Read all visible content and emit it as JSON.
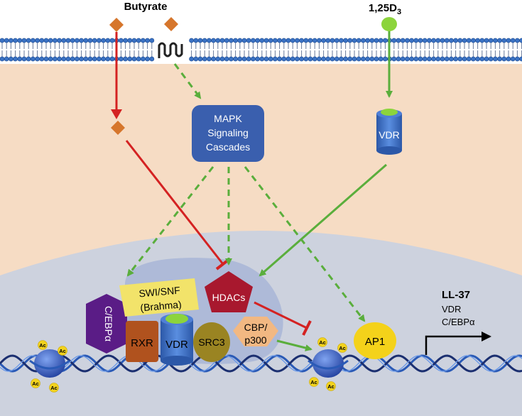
{
  "signals": {
    "butyrate": "Butyrate",
    "vitd_main": "1,25D",
    "vitd_sub": "3"
  },
  "cytoplasm": {
    "mapk_line1": "MAPK",
    "mapk_line2": "Signaling",
    "mapk_line3": "Cascades",
    "vdr_receptor": "VDR"
  },
  "nucleus": {
    "swisnf_line1": "SWI/SNF",
    "swisnf_line2": "(Brahma)",
    "hdacs": "HDACs",
    "cebpa": "C/EBPα",
    "rxr": "RXR",
    "vdr": "VDR",
    "src3": "SRC3",
    "cbp_line1": "CBP/",
    "cbp_line2": "p300",
    "ap1": "AP1",
    "acetyl": "Ac"
  },
  "target_gene": {
    "name": "LL-37",
    "factor1": "VDR",
    "factor2": "C/EBPα"
  },
  "colors": {
    "extracellular": "#ffffff",
    "cytoplasm": "#f6dcc4",
    "nucleus": "#cdd2de",
    "complex": "#aebad8",
    "inhibition": "#d42222",
    "activation": "#5aae3c",
    "mapk": "#3a5fae",
    "vdr": "#3a6cc4",
    "hdacs": "#a8182e",
    "cebpa": "#5a1c86",
    "swisnf": "#f2e36a",
    "rxr": "#b0521e",
    "src3": "#9a8422",
    "cbp": "#f2b882",
    "ap1": "#f4d21a",
    "butyrate": "#d6762c",
    "vitd": "#8cd43c",
    "dna": "#2a5ab6",
    "nucleosome": "#3a5ec4"
  }
}
